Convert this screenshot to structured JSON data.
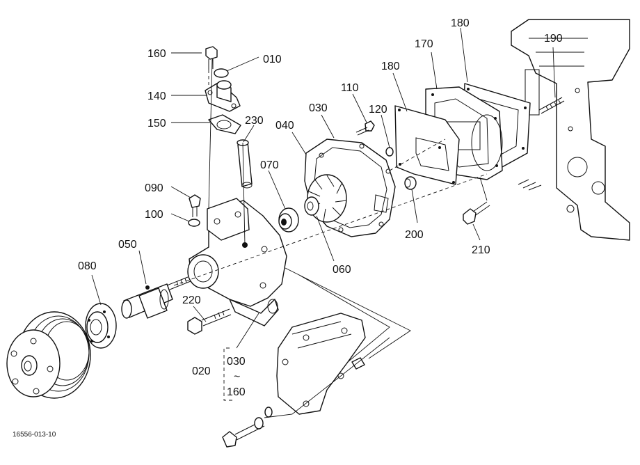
{
  "callouts": {
    "c160_top": "160",
    "c010": "010",
    "c140": "140",
    "c150": "150",
    "c230": "230",
    "c090": "090",
    "c100": "100",
    "c050": "050",
    "c080": "080",
    "c070": "070",
    "c040": "040",
    "c030_top": "030",
    "c110": "110",
    "c120": "120",
    "c180_left": "180",
    "c170": "170",
    "c180_right": "180",
    "c190": "190",
    "c200": "200",
    "c210": "210",
    "c060": "060",
    "c220": "220",
    "c020": "020",
    "c030_range": "030",
    "range_tilde": "~",
    "c160_range": "160"
  },
  "drawing_number": "16556-013-10"
}
